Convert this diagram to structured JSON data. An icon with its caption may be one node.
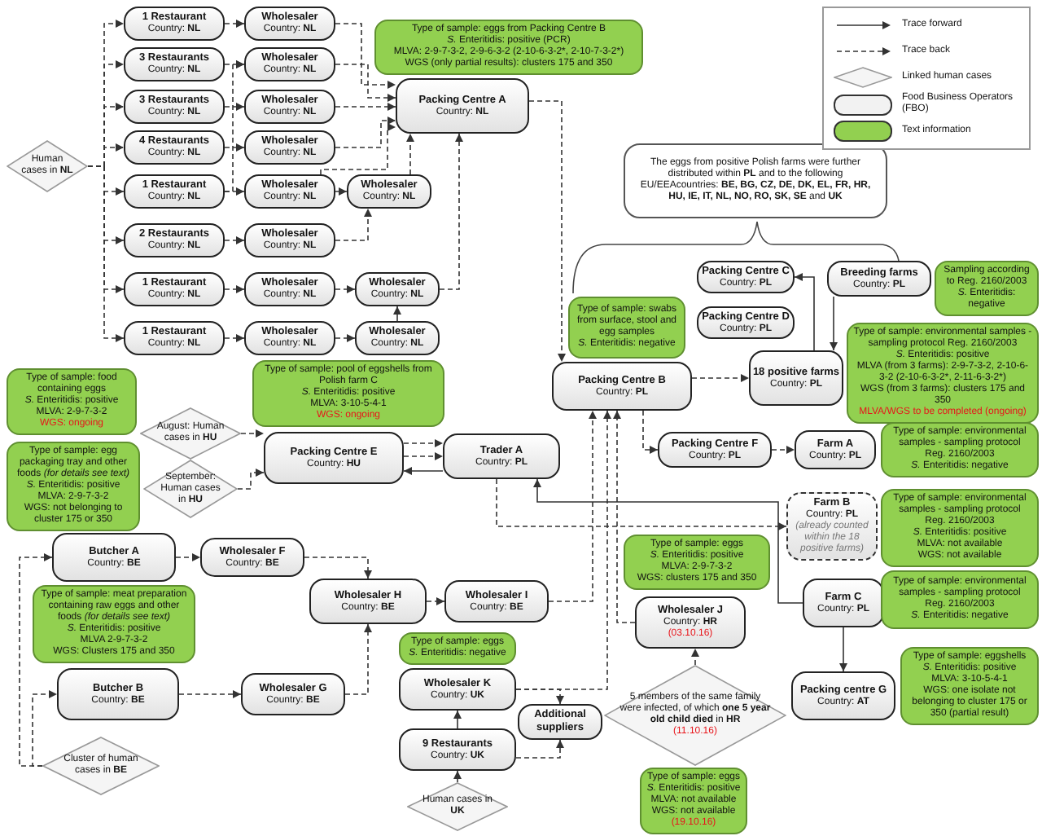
{
  "diagram": {
    "nodes": [
      {
        "text": [
          "Human cases in **NL**"
        ]
      },
      {
        "text": [
          "1 Restaurant",
          "Country: **NL**"
        ]
      },
      {
        "text": [
          "3 Restaurants",
          "Country: **NL**"
        ]
      },
      {
        "text": [
          "3 Restaurants",
          "Country: **NL**"
        ]
      },
      {
        "text": [
          "4 Restaurants",
          "Country: **NL**"
        ]
      },
      {
        "text": [
          "1 Restaurant",
          "Country: **NL**"
        ]
      },
      {
        "text": [
          "2 Restaurants",
          "Country: **NL**"
        ]
      },
      {
        "text": [
          "1 Restaurant",
          "Country: **NL**"
        ]
      },
      {
        "text": [
          "1 Restaurant",
          "Country: **NL**"
        ]
      },
      {
        "text": [
          "Wholesaler",
          "Country: **NL**"
        ]
      },
      {
        "text": [
          "Wholesaler",
          "Country: **NL**"
        ]
      },
      {
        "text": [
          "Wholesaler",
          "Country: **NL**"
        ]
      },
      {
        "text": [
          "Wholesaler",
          "Country: **NL**"
        ]
      },
      {
        "text": [
          "Wholesaler",
          "Country: **NL**"
        ]
      },
      {
        "text": [
          "Wholesaler",
          "Country: **NL**"
        ]
      },
      {
        "text": [
          "Wholesaler",
          "Country: **NL**"
        ]
      },
      {
        "text": [
          "Wholesaler",
          "Country: **NL**"
        ]
      },
      {
        "text": [
          "Wholesaler",
          "Country: **NL**"
        ]
      },
      {
        "text": [
          "Wholesaler",
          "Country: **NL**"
        ]
      },
      {
        "text": [
          "Wholesaler",
          "Country: **NL**"
        ]
      },
      {
        "text": [
          "Type of sample: eggs from Packing Centre B",
          "*S.* Enteritidis: positive (PCR)",
          "MLVA: 2-9-7-3-2, 2-9-6-3-2 (2-10-6-3-2*, 2-10-7-3-2*)",
          "WGS (only partial results): clusters 175 and 350"
        ]
      },
      {
        "text": [
          "Packing Centre A",
          "Country: **NL**"
        ]
      },
      {
        "text": [
          "The eggs from positive Polish farms were further distributed within **PL** and to the following EU/EEAcountries: **BE, BG, CZ, DE, DK, EL, FR, HR, HU, IE, IT, NL, NO, RO, SK, SE** and **UK**"
        ]
      },
      {
        "text": [
          "Type of sample: swabs from surface, stool and egg samples",
          "*S.* Enteritidis: negative"
        ]
      },
      {
        "text": [
          "Packing Centre B",
          "Country: **PL**"
        ]
      },
      {
        "text": [
          "Packing Centre C",
          "Country: **PL**"
        ]
      },
      {
        "text": [
          "Packing Centre D",
          "Country: **PL**"
        ]
      },
      {
        "text": [
          "Breeding farms",
          "Country: **PL**"
        ]
      },
      {
        "text": [
          "Sampling according to Reg. 2160/2003",
          "*S.* Enteritidis: negative"
        ]
      },
      {
        "text": [
          "18 positive farms",
          "Country: **PL**"
        ]
      },
      {
        "text": [
          "Type of sample: environmental samples - sampling protocol Reg. 2160/2003",
          "*S.* Enteritidis: positive",
          "MLVA (from 3 farms): 2-9-7-3-2, 2-10-6-3-2 (2-10-6-3-2*, 2-11-6-3-2*)",
          "WGS (from 3 farms): clusters 175 and 350",
          "MLVA/WGS to be completed (ongoing)"
        ]
      },
      {
        "text": [
          "Type of sample: food containing eggs",
          "*S.* Enteritidis: positive",
          "MLVA: 2-9-7-3-2",
          "WGS: ongoing"
        ]
      },
      {
        "text": [
          "August: Human cases in **HU**"
        ]
      },
      {
        "text": [
          "Type of sample: pool of eggshells from Polish farm C",
          "*S.* Enteritidis: positive",
          "MLVA: 3-10-5-4-1",
          "WGS: ongoing"
        ]
      },
      {
        "text": [
          "Type of sample: egg packaging tray and other foods *(for details see text)*",
          "*S.* Enteritidis: positive",
          "MLVA: 2-9-7-3-2",
          "WGS: not belonging to cluster 175 or 350"
        ]
      },
      {
        "text": [
          "September: Human cases in **HU**"
        ]
      },
      {
        "text": [
          "Packing Centre E",
          "Country: **HU**"
        ]
      },
      {
        "text": [
          "Trader A",
          "Country: **PL**"
        ]
      },
      {
        "text": [
          "Packing Centre F",
          "Country: **PL**"
        ]
      },
      {
        "text": [
          "Farm A",
          "Country: **PL**"
        ]
      },
      {
        "text": [
          "Type of sample: environmental samples - sampling protocol Reg. 2160/2003",
          "*S.* Enteritidis: negative"
        ]
      },
      {
        "text": [
          "Farm B",
          "Country: **PL**",
          "(already counted within the 18 positive farms)"
        ]
      },
      {
        "text": [
          "Type of sample: environmental samples - sampling protocol Reg. 2160/2003",
          "*S.* Enteritidis: positive",
          "MLVA: not available",
          "WGS: not available"
        ]
      },
      {
        "text": [
          "Butcher A",
          "Country: **BE**"
        ]
      },
      {
        "text": [
          "Wholesaler F",
          "Country: **BE**"
        ]
      },
      {
        "text": [
          "Type of sample: meat preparation containing raw eggs and other foods *(for details see text)*",
          "*S.* Enteritidis: positive",
          "MLVA 2-9-7-3-2",
          "WGS: Clusters 175 and 350"
        ]
      },
      {
        "text": [
          "Wholesaler H",
          "Country: **BE**"
        ]
      },
      {
        "text": [
          "Wholesaler I",
          "Country: **BE**"
        ]
      },
      {
        "text": [
          "Butcher B",
          "Country: **BE**"
        ]
      },
      {
        "text": [
          "Wholesaler G",
          "Country: **BE**"
        ]
      },
      {
        "text": [
          "Cluster of human cases in **BE**"
        ]
      },
      {
        "text": [
          "Type of sample: eggs",
          "*S.* Enteritidis: negative"
        ]
      },
      {
        "text": [
          "Wholesaler K",
          "Country: **UK**"
        ]
      },
      {
        "text": [
          "Additional suppliers"
        ]
      },
      {
        "text": [
          "9 Restaurants",
          "Country: **UK**"
        ]
      },
      {
        "text": [
          "Human cases in **UK**"
        ]
      },
      {
        "text": [
          "Type of sample: eggs",
          "*S.* Enteritidis: positive",
          "MLVA: 2-9-7-3-2",
          "WGS: clusters 175 and 350"
        ]
      },
      {
        "text": [
          "Wholesaler J",
          "Country: **HR**",
          "(03.10.16)"
        ]
      },
      {
        "text": [
          "5 members of the same family were infected, of which **one 5 year old child died** in **HR**",
          "(11.10.16)"
        ]
      },
      {
        "text": [
          "Type of sample: eggs",
          "*S.* Enteritidis: positive",
          "MLVA: not available",
          "WGS: not available",
          "(19.10.16)"
        ]
      },
      {
        "text": [
          "Farm C",
          "Country: **PL**"
        ]
      },
      {
        "text": [
          "Type of sample: environmental samples - sampling protocol Reg. 2160/2003",
          "*S.* Enteritidis: negative"
        ]
      },
      {
        "text": [
          "Packing centre G",
          "Country: **AT**"
        ]
      },
      {
        "text": [
          "Type of sample: eggshells",
          "*S.* Enteritidis: positive",
          "MLVA: 3-10-5-4-1",
          "WGS: one isolate not belonging to cluster 175 or 350 (partial result)"
        ]
      }
    ],
    "edges": [
      {
        "from": 0,
        "to": 1,
        "arrow": "to",
        "style": "dashed"
      },
      {
        "from": 0,
        "to": 2,
        "arrow": "to",
        "style": "dashed"
      },
      {
        "from": 0,
        "to": 3,
        "arrow": "to",
        "style": "dashed"
      },
      {
        "from": 0,
        "to": 4,
        "arrow": "to",
        "style": "dashed"
      },
      {
        "from": 0,
        "to": 5,
        "arrow": "to",
        "style": "dashed"
      },
      {
        "from": 0,
        "to": 6,
        "arrow": "to",
        "style": "dashed"
      },
      {
        "from": 0,
        "to": 7,
        "arrow": "to",
        "style": "dashed"
      },
      {
        "from": 0,
        "to": 8,
        "arrow": "to",
        "style": "dashed"
      },
      {
        "from": 1,
        "to": 9,
        "arrow": "to",
        "style": "dashed"
      },
      {
        "from": 2,
        "to": 10,
        "arrow": "to",
        "style": "dashed"
      },
      {
        "from": 3,
        "to": 11,
        "arrow": "to",
        "style": "dashed"
      },
      {
        "from": 4,
        "to": 12,
        "arrow": "to",
        "style": "dashed"
      },
      {
        "from": 5,
        "to": 13,
        "arrow": "to",
        "style": "dashed"
      },
      {
        "from": 6,
        "to": 14,
        "arrow": "to",
        "style": "dashed"
      },
      {
        "from": 7,
        "to": 15,
        "arrow": "to",
        "style": "dashed"
      },
      {
        "from": 8,
        "to": 16,
        "arrow": "to",
        "style": "dashed"
      },
      {
        "from": 5,
        "to": 10,
        "arrow": "to",
        "style": "dashed"
      },
      {
        "from": 9,
        "to": 21,
        "arrow": "to",
        "style": "dashed"
      },
      {
        "from": 10,
        "to": 21,
        "arrow": "to",
        "style": "dashed"
      },
      {
        "from": 11,
        "to": 21,
        "arrow": "to",
        "style": "dashed"
      },
      {
        "from": 12,
        "to": 21,
        "arrow": "to",
        "style": "dashed"
      },
      {
        "from": 13,
        "to": 21,
        "arrow": "to",
        "style": "dashed"
      },
      {
        "from": 13,
        "to": 17,
        "arrow": "to",
        "style": "dashed"
      },
      {
        "from": 14,
        "to": 17,
        "arrow": "to",
        "style": "dashed"
      },
      {
        "from": 17,
        "to": 21,
        "arrow": "to",
        "style": "dashed"
      },
      {
        "from": 15,
        "to": 18,
        "arrow": "to",
        "style": "dashed"
      },
      {
        "from": 16,
        "to": 19,
        "arrow": "to",
        "style": "dashed"
      },
      {
        "from": 19,
        "to": 18,
        "arrow": "to"
      },
      {
        "from": 18,
        "to": 21,
        "arrow": "to",
        "style": "dashed"
      },
      {
        "from": 21,
        "to": 24,
        "arrow": "to",
        "style": "dashed"
      },
      {
        "from": 24,
        "to": 29,
        "arrow": "to",
        "style": "dashed"
      },
      {
        "from": 29,
        "to": 25,
        "arrow": "to"
      },
      {
        "from": 27,
        "to": 29,
        "arrow": "to"
      },
      {
        "from": 24,
        "to": 38,
        "arrow": "to",
        "style": "dashed"
      },
      {
        "from": 38,
        "to": 39,
        "arrow": "to",
        "style": "dashed"
      },
      {
        "from": 36,
        "to": 37,
        "arrow": "to",
        "style": "dashed"
      },
      {
        "from": 36,
        "to": 37,
        "arrow": "to",
        "style": "dashed"
      },
      {
        "from": 37,
        "to": 36,
        "arrow": "to"
      },
      {
        "from": 32,
        "to": 36,
        "arrow": "to",
        "style": "dashed"
      },
      {
        "from": 35,
        "to": 36,
        "arrow": "to",
        "style": "dashed"
      },
      {
        "from": 37,
        "to": 41,
        "arrow": "to",
        "style": "dashed"
      },
      {
        "from": 60,
        "to": 37,
        "arrow": "to"
      },
      {
        "from": 60,
        "to": 62,
        "arrow": "to"
      },
      {
        "from": 47,
        "to": 24,
        "arrow": "to",
        "style": "dashed"
      },
      {
        "from": 52,
        "to": 24,
        "arrow": "to",
        "style": "dashed"
      },
      {
        "from": 57,
        "to": 24,
        "arrow": "to",
        "style": "dashed"
      },
      {
        "from": 58,
        "to": 57,
        "arrow": "to",
        "style": "dashed"
      },
      {
        "from": 43,
        "to": 44,
        "arrow": "to",
        "style": "dashed"
      },
      {
        "from": 44,
        "to": 46,
        "arrow": "to",
        "style": "dashed"
      },
      {
        "from": 48,
        "to": 49,
        "arrow": "to",
        "style": "dashed"
      },
      {
        "from": 49,
        "to": 46,
        "arrow": "to",
        "style": "dashed"
      },
      {
        "from": 46,
        "to": 47,
        "arrow": "to",
        "style": "dashed"
      },
      {
        "from": 50,
        "to": 43,
        "arrow": "to",
        "style": "dashed"
      },
      {
        "from": 50,
        "to": 48,
        "arrow": "to",
        "style": "dashed"
      },
      {
        "from": 55,
        "to": 54,
        "arrow": "to"
      },
      {
        "from": 54,
        "to": 52,
        "arrow": "to"
      },
      {
        "from": 54,
        "to": 53,
        "arrow": "to",
        "style": "dashed"
      },
      {
        "from": 52,
        "to": 53,
        "arrow": "to",
        "style": "dashed"
      }
    ],
    "legend": [
      {
        "text": "Trace forward"
      },
      {
        "text": "Trace back"
      },
      {
        "text": "Linked human cases"
      },
      {
        "text": "Food Business Operators (FBO)",
        "color": "#f2f2f2"
      },
      {
        "text": "Text information",
        "color": "#92d050"
      }
    ]
  }
}
